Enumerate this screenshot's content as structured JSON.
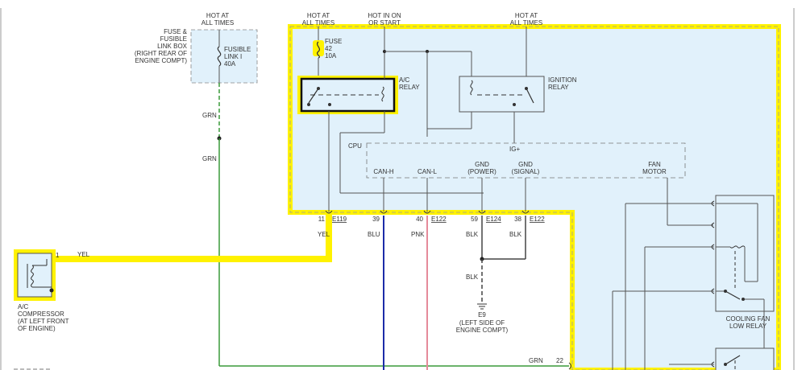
{
  "diagram": {
    "top_labels": {
      "hot_at_all_times_1": [
        "HOT AT",
        "ALL TIMES"
      ],
      "hot_at_all_times_2": [
        "HOT AT",
        "ALL TIMES"
      ],
      "hot_in_on_or_start": [
        "HOT IN ON",
        "OR START"
      ],
      "hot_at_all_times_3": [
        "HOT AT",
        "ALL TIMES"
      ]
    },
    "fuse_box_label": [
      "FUSE &",
      "FUSIBLE",
      "LINK BOX",
      "(RIGHT REAR OF",
      "ENGINE COMPT)"
    ],
    "fusible_link": [
      "FUSIBLE",
      "LINK I",
      "40A"
    ],
    "fuse": [
      "FUSE",
      "42",
      "10A"
    ],
    "ac_relay": [
      "A/C",
      "RELAY"
    ],
    "ignition_relay": [
      "IGNITION",
      "RELAY"
    ],
    "cpu": {
      "label": "CPU",
      "ig_plus": "IG+",
      "pins": {
        "can_h": "CAN-H",
        "can_l": "CAN-L",
        "gnd_power": [
          "GND",
          "(POWER)"
        ],
        "gnd_signal": [
          "GND",
          "(SIGNAL)"
        ],
        "fan_motor": [
          "FAN",
          "MOTOR"
        ]
      }
    },
    "connectors": {
      "pin_11": "11",
      "c_e119": "E119",
      "pin_39": "39",
      "pin_40": "40",
      "c_e122a": "E122",
      "pin_59": "59",
      "c_e124": "E124",
      "pin_38": "38",
      "c_e122b": "E122",
      "pin_22": "22"
    },
    "wire_colors": {
      "grn_1": "GRN",
      "grn_2": "GRN",
      "grn_3": "GRN",
      "yel_1": "YEL",
      "yel_2": "YEL",
      "blu": "BLU",
      "pnk": "PNK",
      "blk_1": "BLK",
      "blk_2": "BLK",
      "blk_3": "BLK"
    },
    "ground": {
      "id": "E9",
      "location": [
        "(LEFT SIDE OF",
        "ENGINE COMPT)"
      ]
    },
    "compressor": {
      "pin": "1",
      "label": [
        "A/C",
        "COMPRESSOR",
        "(AT LEFT FRONT",
        "OF ENGINE)"
      ]
    },
    "cooling_fan_relay": [
      "COOLING FAN",
      "LOW RELAY"
    ],
    "colors": {
      "module_fill": "#e1f1fb",
      "highlight": "#fff200",
      "wire_grn": "#3a9a3a",
      "wire_yel": "#fff200",
      "wire_blu": "#1c2ca8",
      "wire_pnk": "#e58a9a",
      "wire_default": "#555555"
    }
  }
}
